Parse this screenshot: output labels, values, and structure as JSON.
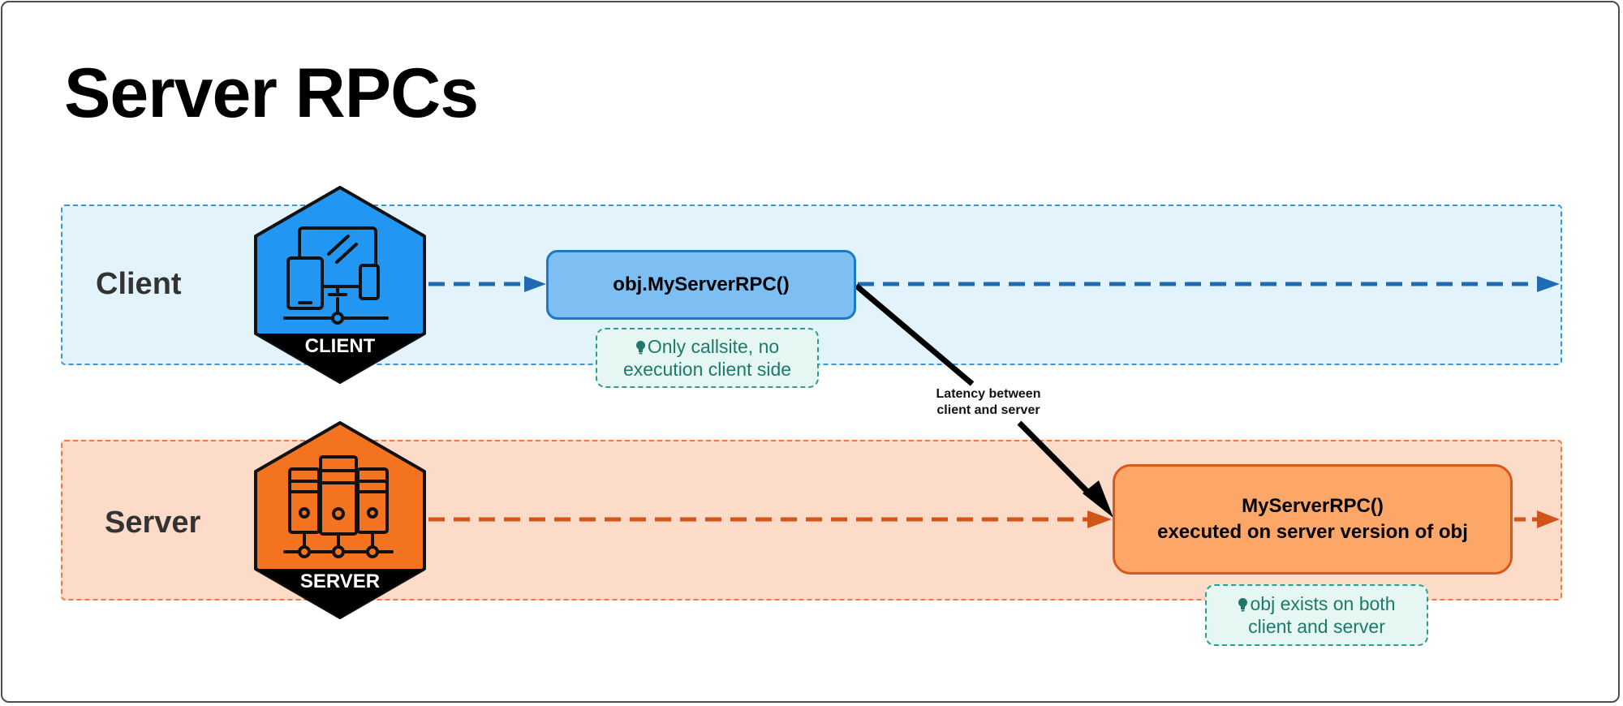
{
  "title": "Server RPCs",
  "lanes": {
    "client": {
      "label": "Client",
      "badge": "CLIENT"
    },
    "server": {
      "label": "Server",
      "badge": "SERVER"
    }
  },
  "nodes": {
    "call": "obj.MyServerRPC()",
    "exec_line1": "MyServerRPC()",
    "exec_line2": "executed on server version of obj"
  },
  "notes": {
    "callsite_line1": "Only callsite, no",
    "callsite_line2": "execution client side",
    "exists_line1": "obj exists on both",
    "exists_line2": "client and server"
  },
  "latency": {
    "line1": "Latency between",
    "line2": "client and server"
  },
  "colors": {
    "client_accent": "#2196f3",
    "server_accent": "#f47320",
    "client_arrow": "#1f6cb5",
    "server_arrow": "#d35418",
    "note_accent": "#2aa08a"
  },
  "icons": {
    "client": "devices-network-icon",
    "server": "server-rack-icon",
    "note": "lightbulb-icon"
  }
}
